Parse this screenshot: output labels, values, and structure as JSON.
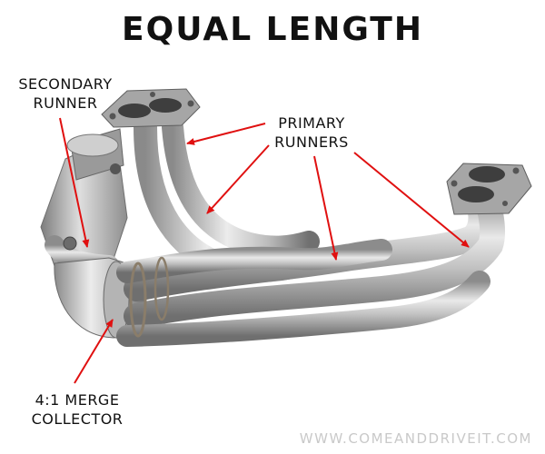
{
  "title": "EQUAL LENGTH",
  "labels": {
    "secondary_line1": "SECONDARY",
    "secondary_line2": "RUNNER",
    "primary_line1": "PRIMARY",
    "primary_line2": "RUNNERS",
    "merge_line1": "4:1 MERGE",
    "merge_line2": "COLLECTOR"
  },
  "watermark": "WWW.COMEANDDRIVEIT.COM",
  "colors": {
    "arrow": "#e01010",
    "pipe_mid": "#b9b9b9",
    "pipe_light": "#e8e8e8",
    "pipe_dark": "#7a7a7a"
  }
}
